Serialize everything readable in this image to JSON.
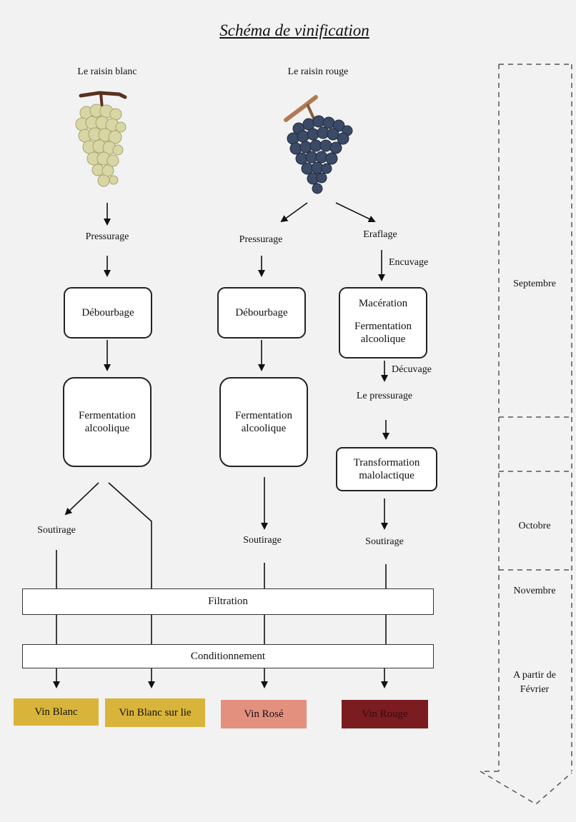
{
  "title": "Schéma de vinification",
  "grapes": {
    "white_label": "Le raisin blanc",
    "red_label": "Le raisin rouge"
  },
  "steps": {
    "pressurage_white": "Pressurage",
    "pressurage_rose": "Pressurage",
    "eraflage": "Eraflage",
    "encuvage": "Encuvage",
    "debourbage_white": "Débourbage",
    "debourbage_rose": "Débourbage",
    "maceration": "Macération",
    "fermentation_red": "Fermentation alcoolique",
    "decuvage": "Décuvage",
    "le_pressurage": "Le pressurage",
    "fermentation_white": "Fermentation alcoolique",
    "fermentation_rose": "Fermentation alcoolique",
    "malolactique": "Transformation malolactique",
    "soutirage_white": "Soutirage",
    "soutirage_rose": "Soutirage",
    "soutirage_red": "Soutirage",
    "filtration": "Filtration",
    "conditionnement": "Conditionnement"
  },
  "wines": [
    {
      "label": "Vin Blanc",
      "color": "#d9b43a"
    },
    {
      "label": "Vin Blanc sur lie",
      "color": "#d9b43a"
    },
    {
      "label": "Vin Rosé",
      "color": "#e4907f"
    },
    {
      "label": "Vin Rouge",
      "color": "#7a1c20"
    }
  ],
  "timeline": {
    "septembre": "Septembre",
    "octobre": "Octobre",
    "novembre": "Novembre",
    "fevrier": "A partir de Février"
  }
}
